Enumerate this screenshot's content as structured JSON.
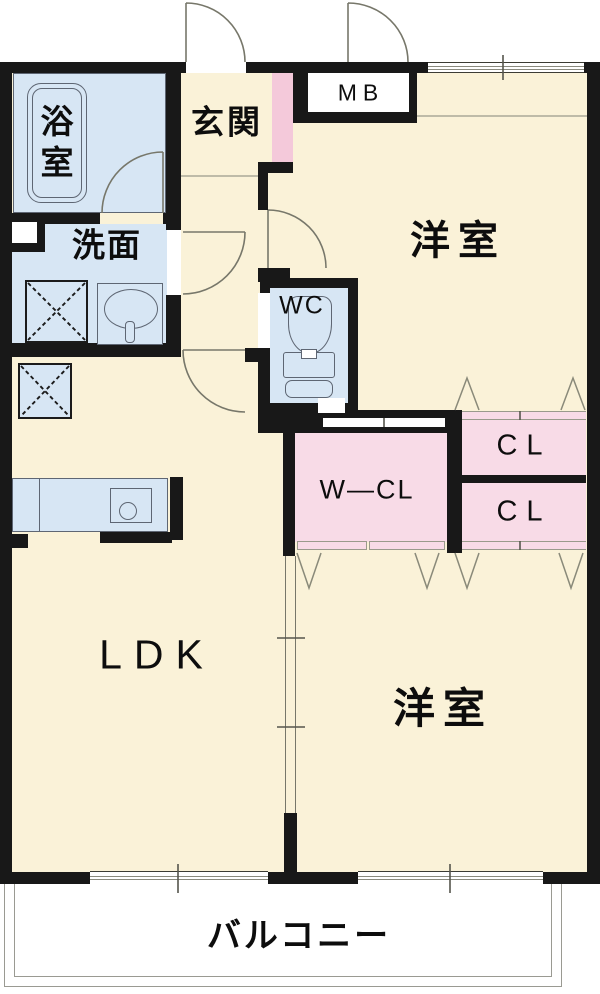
{
  "labels": {
    "bath": "浴室",
    "entrance": "玄関",
    "meter_box": "MB",
    "washroom": "洗面",
    "toilet": "WC",
    "bedroom_upper": "洋室",
    "closet_upper": "CL",
    "closet_lower": "CL",
    "walk_in_closet": "W―CL",
    "ldk": "LDK",
    "bedroom_lower": "洋室",
    "balcony": "バルコニー"
  },
  "colors": {
    "wall": "#181818",
    "room_floor": "#faf2d8",
    "wet_area": "#d7e6f4",
    "closet": "#f8dbe7",
    "entrance_accent": "#f4c9da",
    "line": "#77776a"
  }
}
